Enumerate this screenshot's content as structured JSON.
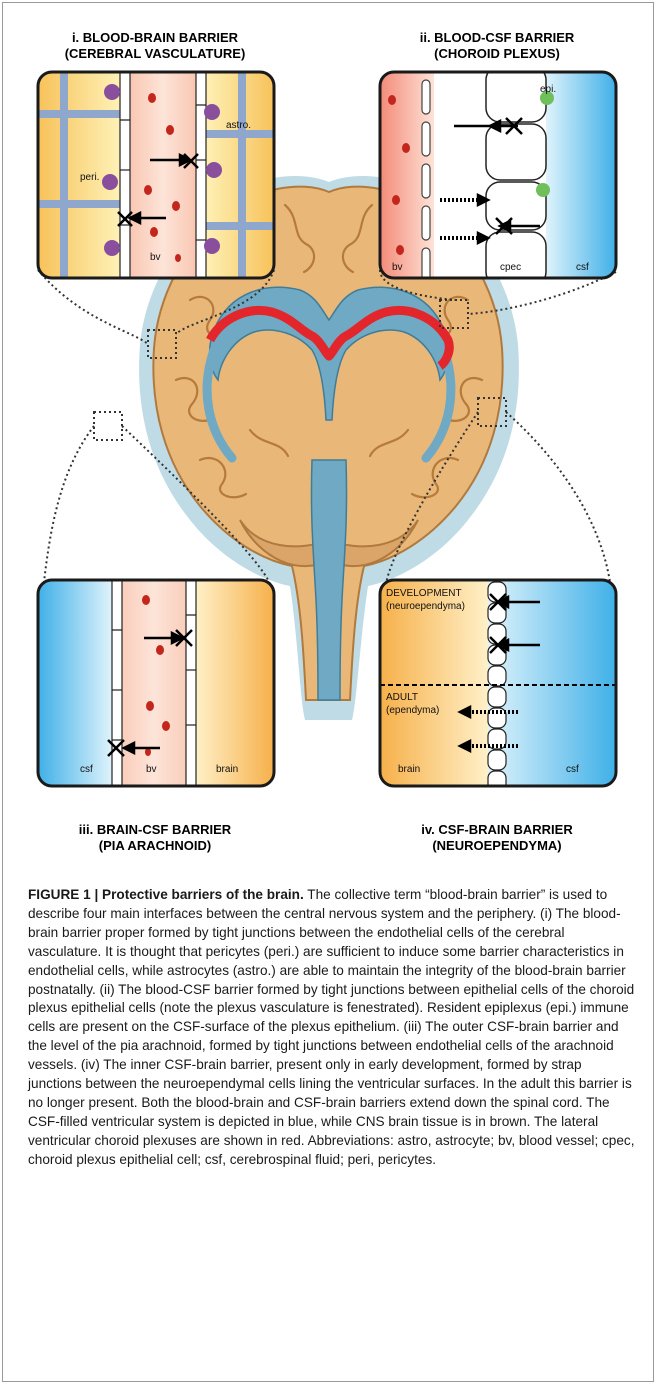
{
  "panels": {
    "i": {
      "title_line1": "i. BLOOD-BRAIN BARRIER",
      "title_line2": "(CEREBRAL VASCULATURE)",
      "labels": {
        "astro": "astro.",
        "peri": "peri.",
        "bv": "bv"
      }
    },
    "ii": {
      "title_line1": "ii. BLOOD-CSF BARRIER",
      "title_line2": "(CHOROID PLEXUS)",
      "labels": {
        "epi": "epi.",
        "bv": "bv",
        "cpec": "cpec",
        "csf": "csf"
      }
    },
    "iii": {
      "title_line1": "iii. BRAIN-CSF BARRIER",
      "title_line2": "(PIA ARACHNOID)",
      "labels": {
        "csf": "csf",
        "bv": "bv",
        "brain": "brain"
      }
    },
    "iv": {
      "title_line1": "iv. CSF-BRAIN BARRIER",
      "title_line2": "(NEUROEPENDYMA)",
      "labels": {
        "development": "DEVELOPMENT",
        "development_sub": "(neuroependyma)",
        "adult": "ADULT",
        "adult_sub": "(ependyma)",
        "brain": "brain",
        "csf": "csf"
      }
    }
  },
  "caption": {
    "title": "FIGURE 1 | Protective barriers of the brain.",
    "body": " The collective term “blood-brain barrier” is used to describe four main interfaces between the central nervous system and the periphery. (i) The blood-brain barrier proper formed by tight junctions between the endothelial cells of the cerebral vasculature. It is thought that pericytes (peri.) are sufficient to induce some barrier characteristics in endothelial cells, while astrocytes (astro.) are able to maintain the integrity of the blood-brain barrier postnatally. (ii) The blood-CSF barrier formed by tight junctions between epithelial cells of the choroid plexus epithelial cells (note the plexus vasculature is fenestrated). Resident epiplexus (epi.) immune cells are present on the CSF-surface of the plexus epithelium. (iii) The outer CSF-brain barrier and the level of the pia arachnoid, formed by tight junctions between endothelial cells of the arachnoid vessels. (iv) The inner CSF-brain barrier, present only in early development, formed by strap junctions between the neuroependymal cells lining the ventricular surfaces. In the adult this barrier is no longer present. Both the blood-brain and CSF-brain barriers extend down the spinal cord. The CSF-filled ventricular system is depicted in blue, while CNS brain tissue is in brown. The lateral ventricular choroid plexuses are shown in red. Abbreviations: astro, astrocyte; bv, blood vessel; cpec, choroid plexus epithelial cell; csf, cerebrospinal fluid; peri, pericytes."
  },
  "colors": {
    "brain": "#e8b97a",
    "brain_dark": "#b57a3c",
    "ventricle": "#6fa9c4",
    "halo": "#bfdbe6",
    "plexus": "#e3262b",
    "blood": "#f4a58f",
    "csf": "#4bb4e6"
  }
}
